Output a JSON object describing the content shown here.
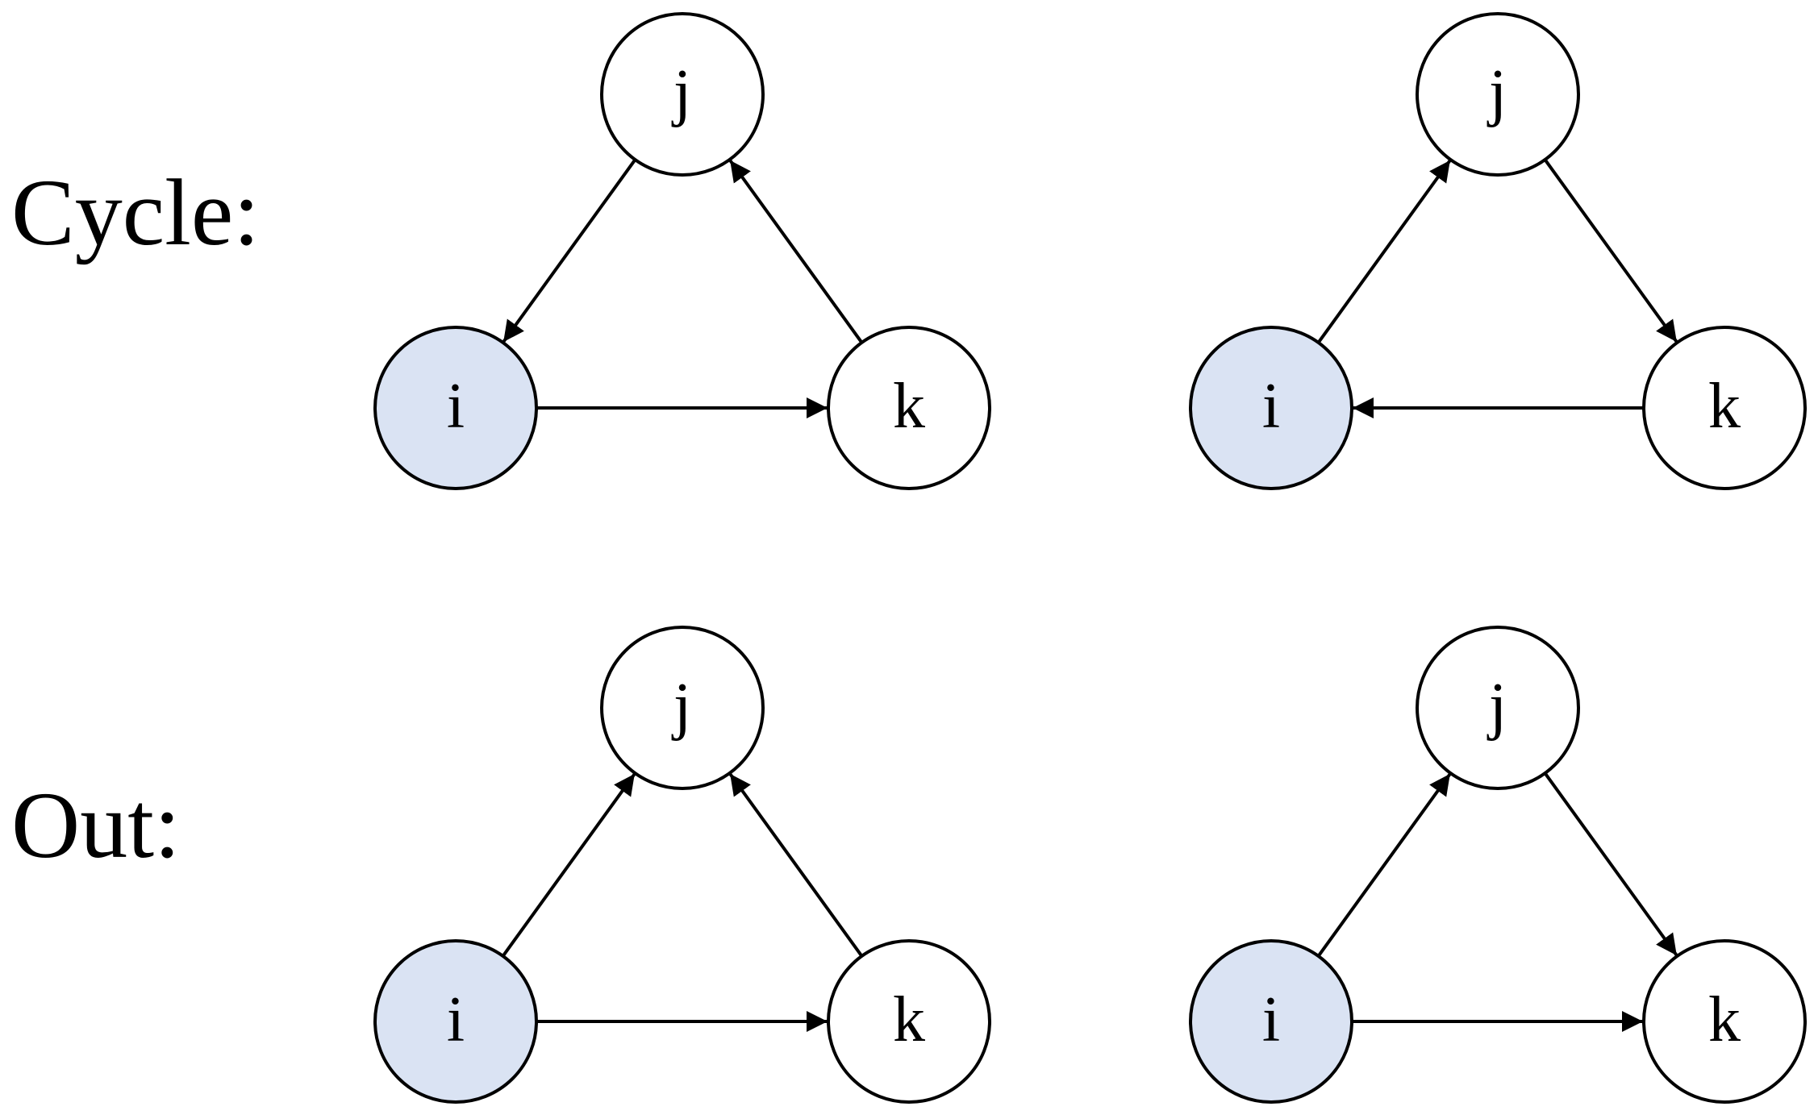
{
  "colors": {
    "highlight_fill": "#dae3f3",
    "stroke": "#000000",
    "node_fill": "#ffffff"
  },
  "rows": [
    {
      "label": "Cycle:",
      "graphs": [
        {
          "nodes": [
            {
              "id": "i",
              "label": "i",
              "highlighted": true
            },
            {
              "id": "j",
              "label": "j",
              "highlighted": false
            },
            {
              "id": "k",
              "label": "k",
              "highlighted": false
            }
          ],
          "edges": [
            {
              "from": "j",
              "to": "i"
            },
            {
              "from": "i",
              "to": "k"
            },
            {
              "from": "k",
              "to": "j"
            }
          ]
        },
        {
          "nodes": [
            {
              "id": "i",
              "label": "i",
              "highlighted": true
            },
            {
              "id": "j",
              "label": "j",
              "highlighted": false
            },
            {
              "id": "k",
              "label": "k",
              "highlighted": false
            }
          ],
          "edges": [
            {
              "from": "i",
              "to": "j"
            },
            {
              "from": "j",
              "to": "k"
            },
            {
              "from": "k",
              "to": "i"
            }
          ]
        }
      ]
    },
    {
      "label": "Out:",
      "graphs": [
        {
          "nodes": [
            {
              "id": "i",
              "label": "i",
              "highlighted": true
            },
            {
              "id": "j",
              "label": "j",
              "highlighted": false
            },
            {
              "id": "k",
              "label": "k",
              "highlighted": false
            }
          ],
          "edges": [
            {
              "from": "i",
              "to": "j"
            },
            {
              "from": "k",
              "to": "j"
            },
            {
              "from": "i",
              "to": "k"
            }
          ]
        },
        {
          "nodes": [
            {
              "id": "i",
              "label": "i",
              "highlighted": true
            },
            {
              "id": "j",
              "label": "j",
              "highlighted": false
            },
            {
              "id": "k",
              "label": "k",
              "highlighted": false
            }
          ],
          "edges": [
            {
              "from": "i",
              "to": "j"
            },
            {
              "from": "j",
              "to": "k"
            },
            {
              "from": "i",
              "to": "k"
            }
          ]
        }
      ]
    }
  ]
}
